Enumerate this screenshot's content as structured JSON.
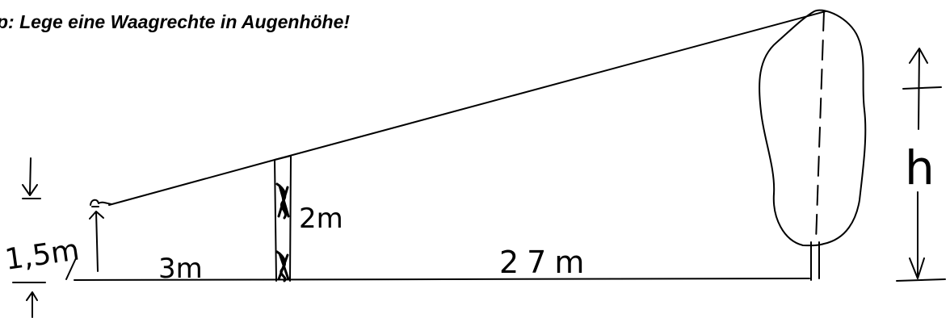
{
  "headline": "p: Lege eine Waagrechte in Augenhöhe!",
  "labels": {
    "eye_height": "1,5m",
    "dist_person_stick": "3m",
    "stick_height": "2m",
    "dist_stick_tree": "27m",
    "tree_height": "h"
  },
  "colors": {
    "ink": "#000000",
    "paper": "#ffffff"
  },
  "icons": {
    "observer": "eye-icon",
    "stick": "measuring-stick",
    "tree": "tree-outline"
  }
}
